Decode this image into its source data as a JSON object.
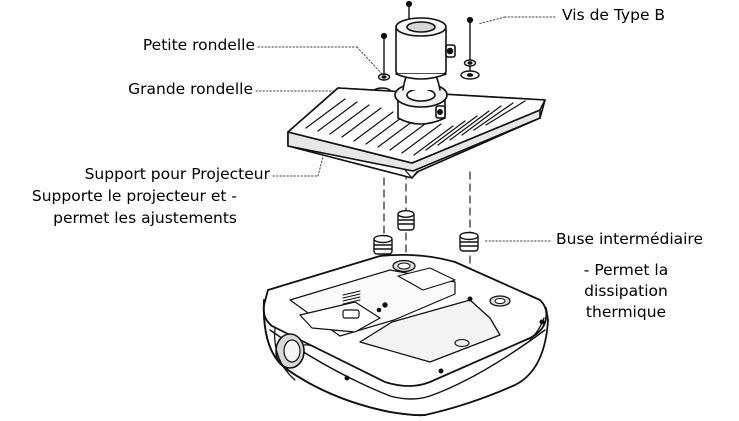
{
  "labels": {
    "petite_rondelle": "Petite rondelle",
    "grande_rondelle": "Grande rondelle",
    "vis_type_b": "Vis de Type B",
    "support_line1": "Support pour Projecteur",
    "support_line2": "Supporte le projecteur et -",
    "support_line3": "permet les ajustements",
    "buse": "Buse intermédiaire",
    "buse_desc_line1": "- Permet la",
    "buse_desc_line2": "dissipation",
    "buse_desc_line3": "thermique"
  }
}
